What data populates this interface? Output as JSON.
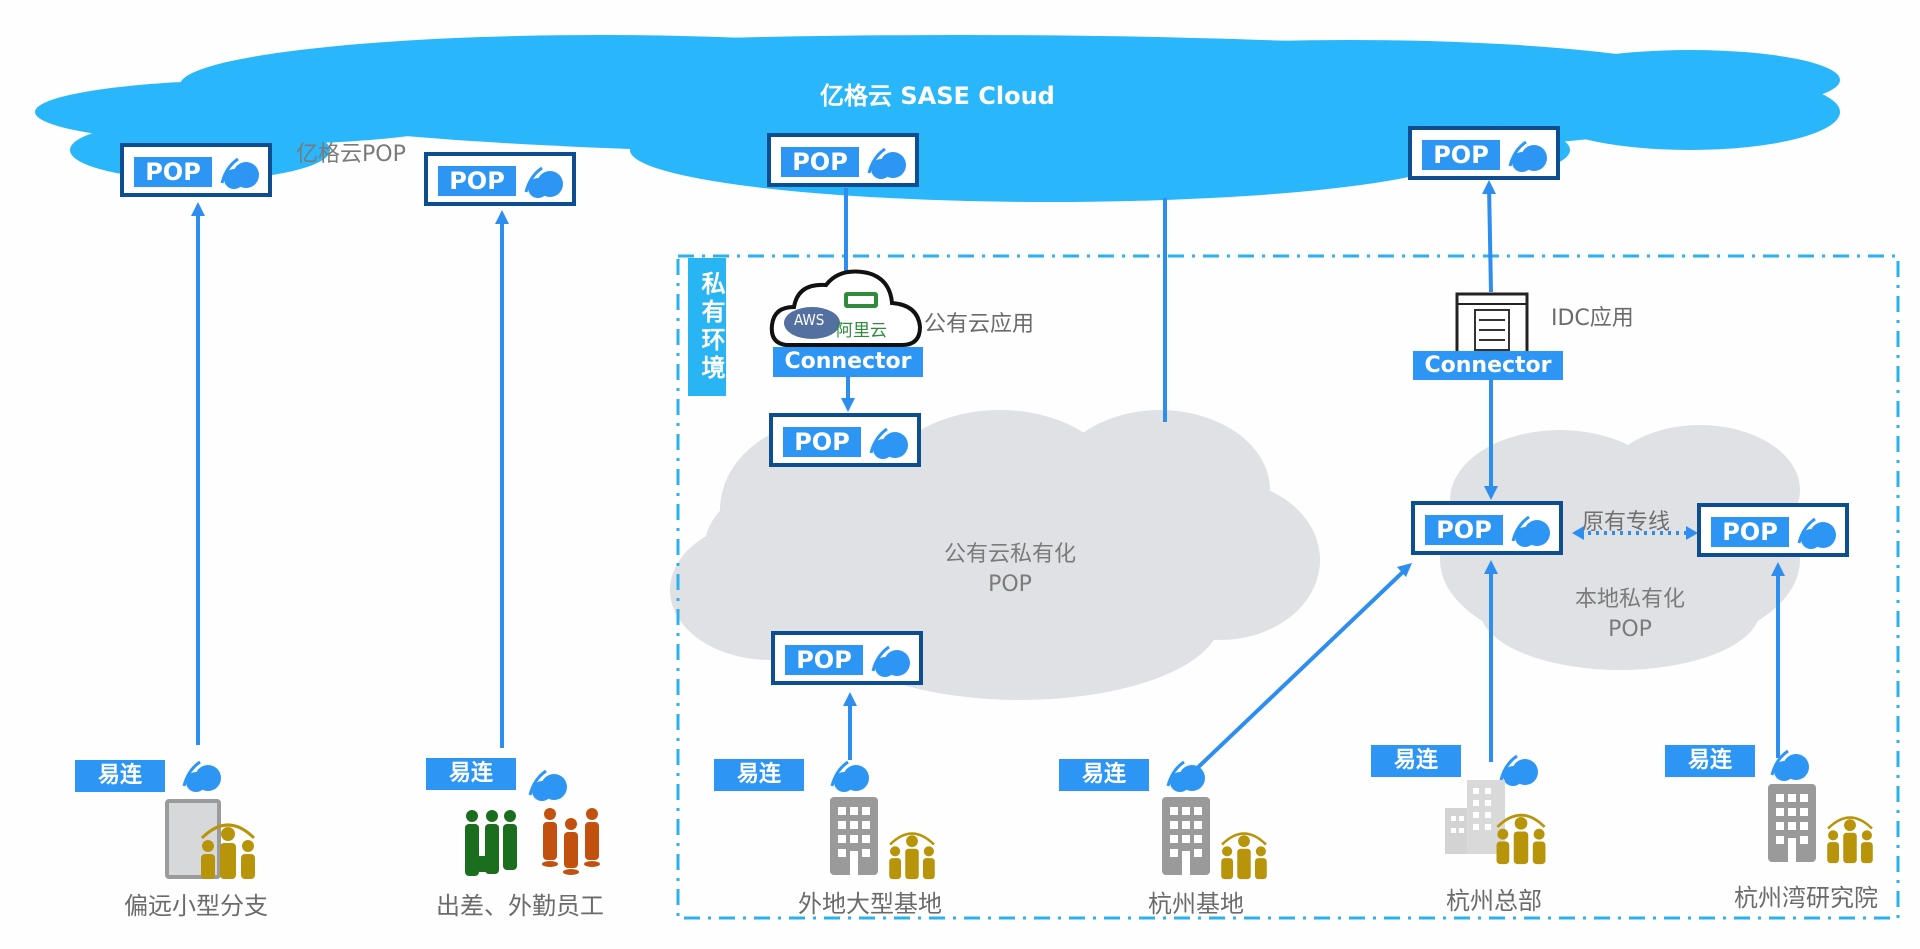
{
  "title": "亿格云 SASE Cloud",
  "cloud_pop_label": "亿格云POP",
  "private_env_label": "私有环境",
  "pop_label": "POP",
  "yilian_label": "易连",
  "connector_label": "Connector",
  "public_cloud_app": "公有云应用",
  "public_cloud_badges": {
    "aws": "AWS",
    "aliyun": "阿里云"
  },
  "idc_app": "IDC应用",
  "public_private_pop": {
    "line1": "公有云私有化",
    "line2": "POP"
  },
  "local_private_pop": {
    "line1": "本地私有化",
    "line2": "POP"
  },
  "dedicated_line": "原有专线",
  "sites": [
    {
      "name": "偏远小型分支"
    },
    {
      "name": "出差、外勤员工"
    },
    {
      "name": "外地大型基地"
    },
    {
      "name": "杭州基地"
    },
    {
      "name": "杭州总部"
    },
    {
      "name": "杭州湾研究院"
    }
  ],
  "colors": {
    "sase_cloud": "#29b6fb",
    "pop_border": "#0d4e91",
    "accent_blue": "#2d96f5",
    "private_border": "#2fb0ee",
    "grey_cloud": "#dfe1e4",
    "people_gold": "#b8940a",
    "people_green": "#1b6e1e",
    "people_orange": "#c2510f"
  }
}
